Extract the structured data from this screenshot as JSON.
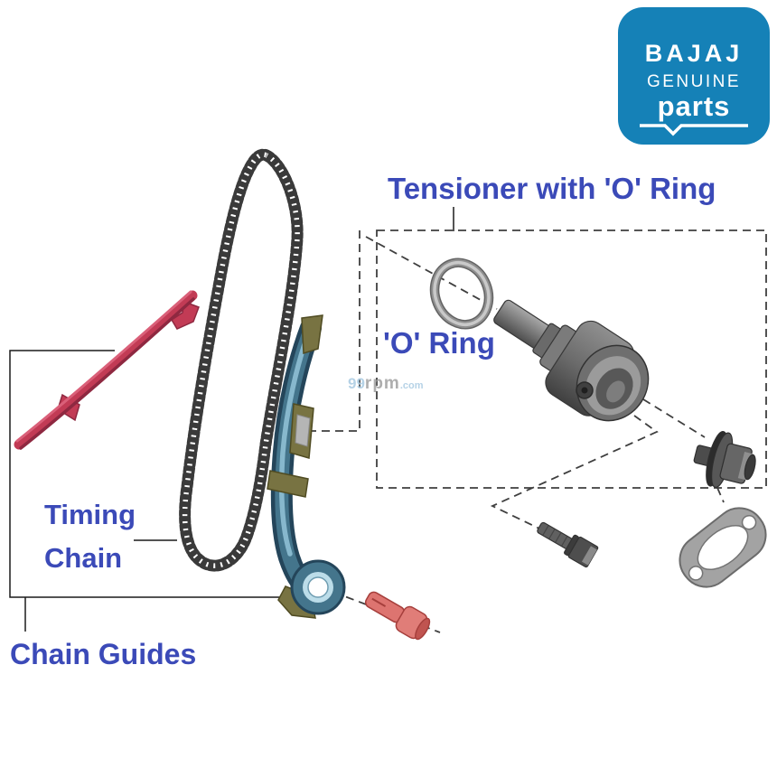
{
  "colors": {
    "page-bg": "#ffffff",
    "label-blue": "#3b4ab8",
    "logo-bg": "#1581b7",
    "logo-text": "#ffffff",
    "watermark-blue": "#a9cbe2",
    "watermark-gray": "#a0a0a0",
    "guide-red": "#c23b55",
    "guide-red-dark": "#8e2840",
    "guide-red-light": "#da6079",
    "guide-blue-outline": "#24455a",
    "guide-blue": "#44758c",
    "guide-blue-light": "#8fc0d4",
    "olive": "#787342",
    "olive-dark": "#4f4b22",
    "bolt-red": "#dd7470",
    "bolt-red-dark": "#a63f3c",
    "metal-light": "#a2a2a2",
    "metal-mid": "#787878",
    "metal-dark": "#3c3c3c",
    "chain-dark": "#3a3a3a",
    "line-dark": "#1a1a1a",
    "dash-gray": "#3f3f3f"
  },
  "logo": {
    "brand": "BAJAJ",
    "genuine": "GENUINE",
    "parts": "parts"
  },
  "callouts": {
    "tensioner_label": "Tensioner with 'O' Ring",
    "oring_label": "'O' Ring",
    "timing_chain_line1": "Timing",
    "timing_chain_line2": "Chain",
    "chain_guides_label": "Chain Guides"
  },
  "watermark": {
    "prefix": "99",
    "name": "rpm",
    "suffix": ".com"
  },
  "diagram": {
    "part_icons": [
      "timing-chain-icon",
      "chain-guide-straight-icon",
      "chain-guide-curved-icon",
      "o-ring-icon",
      "tensioner-icon",
      "sealing-plug-icon",
      "mounting-bolt-icon",
      "gasket-icon",
      "pivot-bolt-icon"
    ]
  }
}
